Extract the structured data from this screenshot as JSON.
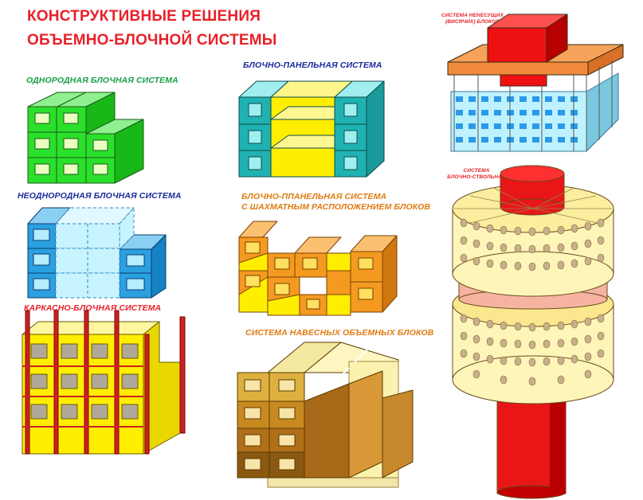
{
  "title": {
    "line1": "КОНСТРУКТИВНЫЕ РЕШЕНИЯ",
    "line2": "ОБЪЕМНО-БЛОЧНОЙ СИСТЕМЫ"
  },
  "labels": {
    "homogeneous": "ОДНОРОДНАЯ БЛОЧНАЯ СИСТЕМА",
    "heterogeneous": "НЕОДНОРОДНАЯ БЛОЧНАЯ СИСТЕМА",
    "frame_block": "КАРКАСНО-БЛОЧНАЯ СИСТЕМА",
    "block_panel": "БЛОЧНО-ПАНЕЛЬНАЯ СИСТЕМА",
    "block_panel_chess_1": "БЛОЧНО-ППАНЕЛЬНАЯ СИСТЕМА",
    "block_panel_chess_2": "С ШАХМАТНЫМ РАСПОЛОЖЕНИЕМ БЛОКОВ",
    "hanging": "СИСТЕМА НАВЕСНЫХ ОБЪЕМНЫХ БЛОКОВ",
    "non_bearing_1": "СИСТЕМА НЕНЕСУЩИХ",
    "non_bearing_2": "(ВИСЯЧИХ) БЛОКОВ",
    "block_stem_1": "СИСТЕМА",
    "block_stem_2": "БЛОЧНО-СТВОЛЬНАЯ"
  },
  "colors": {
    "title": "#e8202a",
    "label_green": "#1aa04a",
    "label_blue": "#1a2a9a",
    "label_orange": "#e07a10",
    "label_red": "#e8202a",
    "green": "#2be02b",
    "blue": "#2aa0e0",
    "cyan_glass": "#c8f4ff",
    "yellow": "#ffee00",
    "orange": "#f59a20",
    "brown": "#c89030",
    "red": "#ee1111",
    "light_yellow": "#fdf6b8",
    "pink": "#f6b4a0"
  }
}
